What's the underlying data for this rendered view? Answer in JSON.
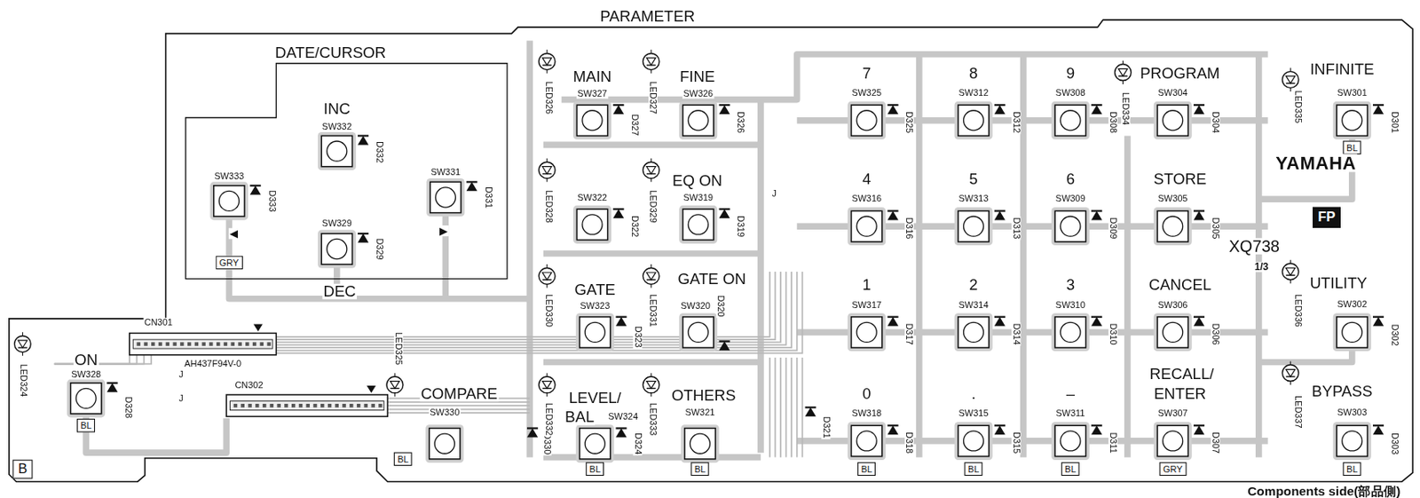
{
  "diagram": {
    "nodes": [
      {
        "text": [
          "DATE/CURSOR"
        ]
      },
      {
        "text": [
          "GRY"
        ],
        "in": 0
      },
      {
        "text": [
          "BL"
        ]
      },
      {
        "text": [
          "FP"
        ]
      },
      {
        "text": [
          "BL"
        ]
      },
      {
        "text": [
          "BL"
        ]
      },
      {
        "text": [
          "B"
        ]
      },
      {
        "text": [
          "BL"
        ]
      },
      {
        "text": [
          "BL"
        ]
      },
      {
        "text": [
          "BL"
        ]
      },
      {
        "text": [
          "BL"
        ]
      },
      {
        "text": [
          "BL"
        ]
      },
      {
        "text": [
          "GRY"
        ]
      },
      {
        "text": [
          "BL"
        ]
      }
    ],
    "labels": [
      "PARAMETER",
      "INC",
      "SW332",
      "D332",
      "SW333",
      "D333",
      "◀",
      "SW331",
      "D331",
      "SW329",
      "D329",
      "▶",
      "DEC",
      "LED326",
      "MAIN",
      "SW327",
      "D327",
      "LED327",
      "FINE",
      "SW326",
      "D326",
      "LED328",
      "SW322",
      "D322",
      "LED329",
      "EQ ON",
      "SW319",
      "D319",
      "LED330",
      "GATE",
      "SW323",
      "D323",
      "LED331",
      "GATE ON",
      "SW320",
      "D320",
      "LED325",
      "COMPARE",
      "SW330",
      "D330",
      "LED332",
      "LEVEL/",
      "BAL",
      "SW324",
      "D324",
      "LED333",
      "OTHERS",
      "SW321",
      "D321",
      "LED324",
      "ON",
      "SW328",
      "D328",
      "CN301",
      "AH437F94V-0",
      "CN302",
      "J",
      "J",
      "J",
      "7",
      "SW325",
      "D325",
      "8",
      "SW312",
      "D312",
      "9",
      "SW308",
      "D308",
      "LED334",
      "PROGRAM",
      "SW304",
      "D304",
      "LED335",
      "INFINITE",
      "SW301",
      "D301",
      "YAMAHA",
      "4",
      "SW316",
      "D316",
      "5",
      "SW313",
      "D313",
      "6",
      "SW309",
      "D309",
      "STORE",
      "SW305",
      "D305",
      "XQ738",
      "1/3",
      "1",
      "SW317",
      "D317",
      "2",
      "SW314",
      "D314",
      "3",
      "SW310",
      "D310",
      "CANCEL",
      "SW306",
      "D306",
      "LED336",
      "UTILITY",
      "SW302",
      "D302",
      "0",
      "SW318",
      "D318",
      ".",
      "SW315",
      "D315",
      "–",
      "SW311",
      "D311",
      "RECALL/",
      "ENTER",
      "SW307",
      "D307",
      "LED337",
      "BYPASS",
      "SW303",
      "D303",
      "Components side(部品側)"
    ]
  }
}
